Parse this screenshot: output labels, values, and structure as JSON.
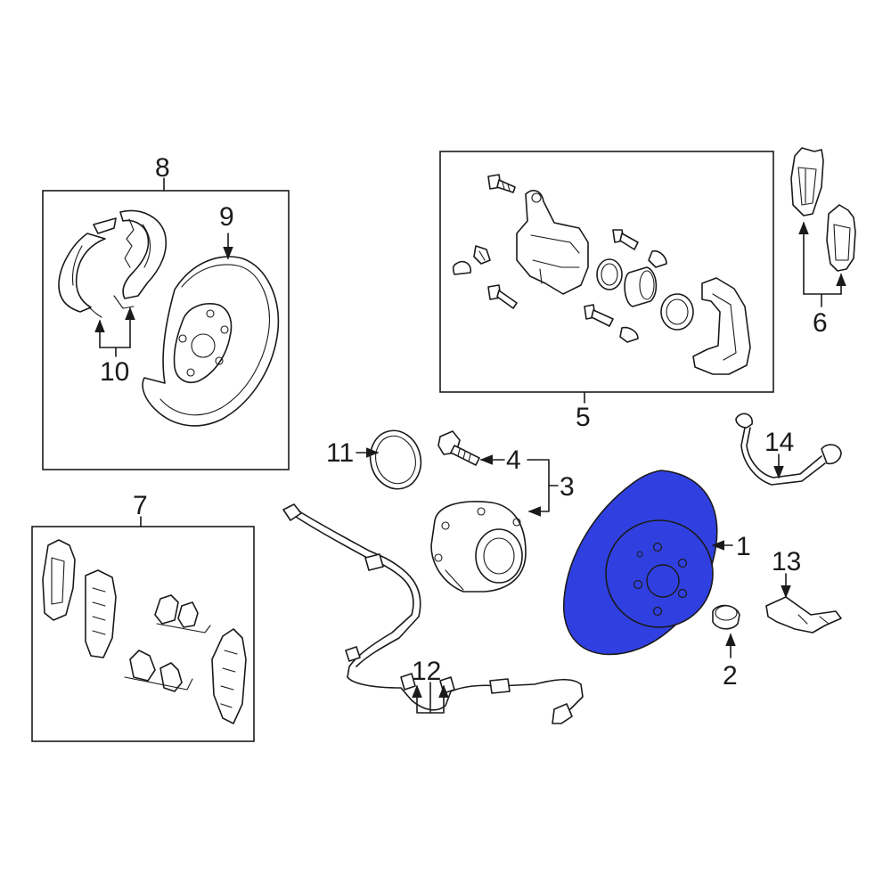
{
  "colors": {
    "line": "#1a1a1a",
    "background": "#ffffff",
    "highlight": "#3040e0"
  },
  "highlighted_part": "1",
  "callouts": {
    "c1": "1",
    "c2": "2",
    "c3": "3",
    "c4": "4",
    "c5": "5",
    "c6": "6",
    "c7": "7",
    "c8": "8",
    "c9": "9",
    "c10": "10",
    "c11": "11",
    "c12": "12",
    "c13": "13",
    "c14": "14"
  }
}
